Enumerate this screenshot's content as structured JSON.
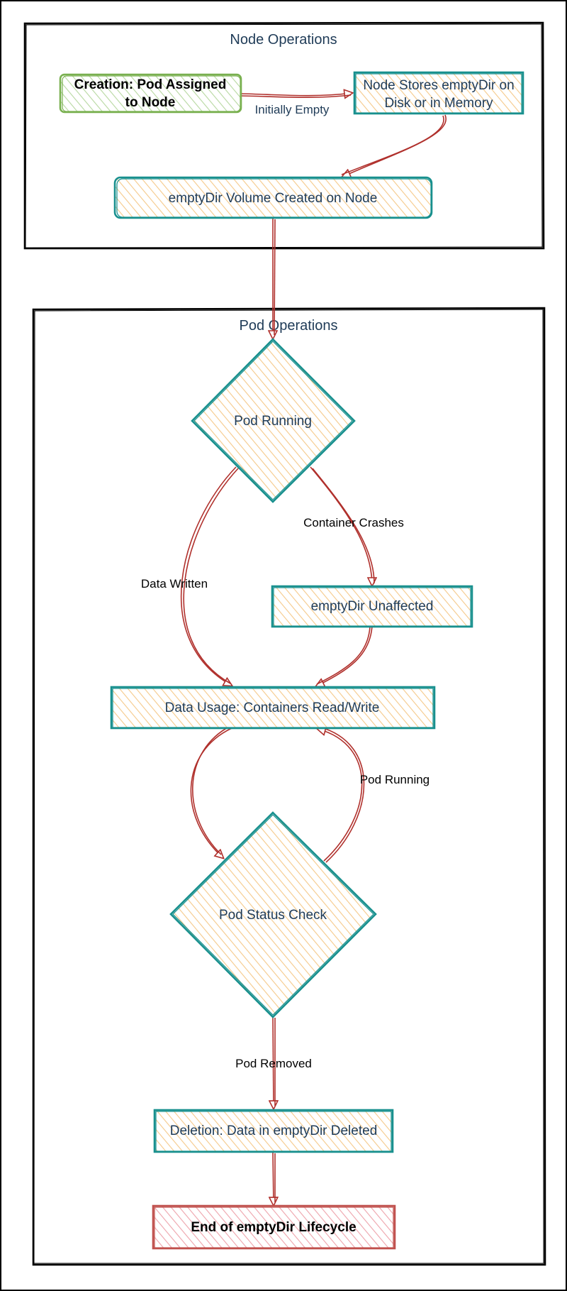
{
  "clusters": {
    "node_ops": {
      "title": "Node Operations"
    },
    "pod_ops": {
      "title": "Pod Operations"
    }
  },
  "nodes": {
    "creation": {
      "line1": "Creation: Pod Assigned",
      "line2": "to Node"
    },
    "node_stores": {
      "line1": "Node Stores emptyDir on",
      "line2": "Disk or in Memory"
    },
    "volume_created": {
      "label": "emptyDir Volume Created on Node"
    },
    "pod_running": {
      "label": "Pod Running"
    },
    "unaffected": {
      "label": "emptyDir Unaffected"
    },
    "data_usage": {
      "label": "Data Usage: Containers Read/Write"
    },
    "status_check": {
      "label": "Pod Status Check"
    },
    "deletion": {
      "label": "Deletion: Data in emptyDir Deleted"
    },
    "end": {
      "label": "End of emptyDir Lifecycle"
    }
  },
  "edges": {
    "initially_empty": "Initially Empty",
    "container_crashes": "Container Crashes",
    "data_written": "Data Written",
    "pod_running": "Pod Running",
    "pod_removed": "Pod Removed"
  },
  "colors": {
    "teal_border": "#18908e",
    "green_border": "#79b04f",
    "red_border": "#c0504d",
    "fill_orange": "#fbe3c0",
    "fill_green": "#d9ebc9",
    "fill_red": "#f6cfd2",
    "edge": "#b0302c",
    "text": "#1f3b57"
  }
}
